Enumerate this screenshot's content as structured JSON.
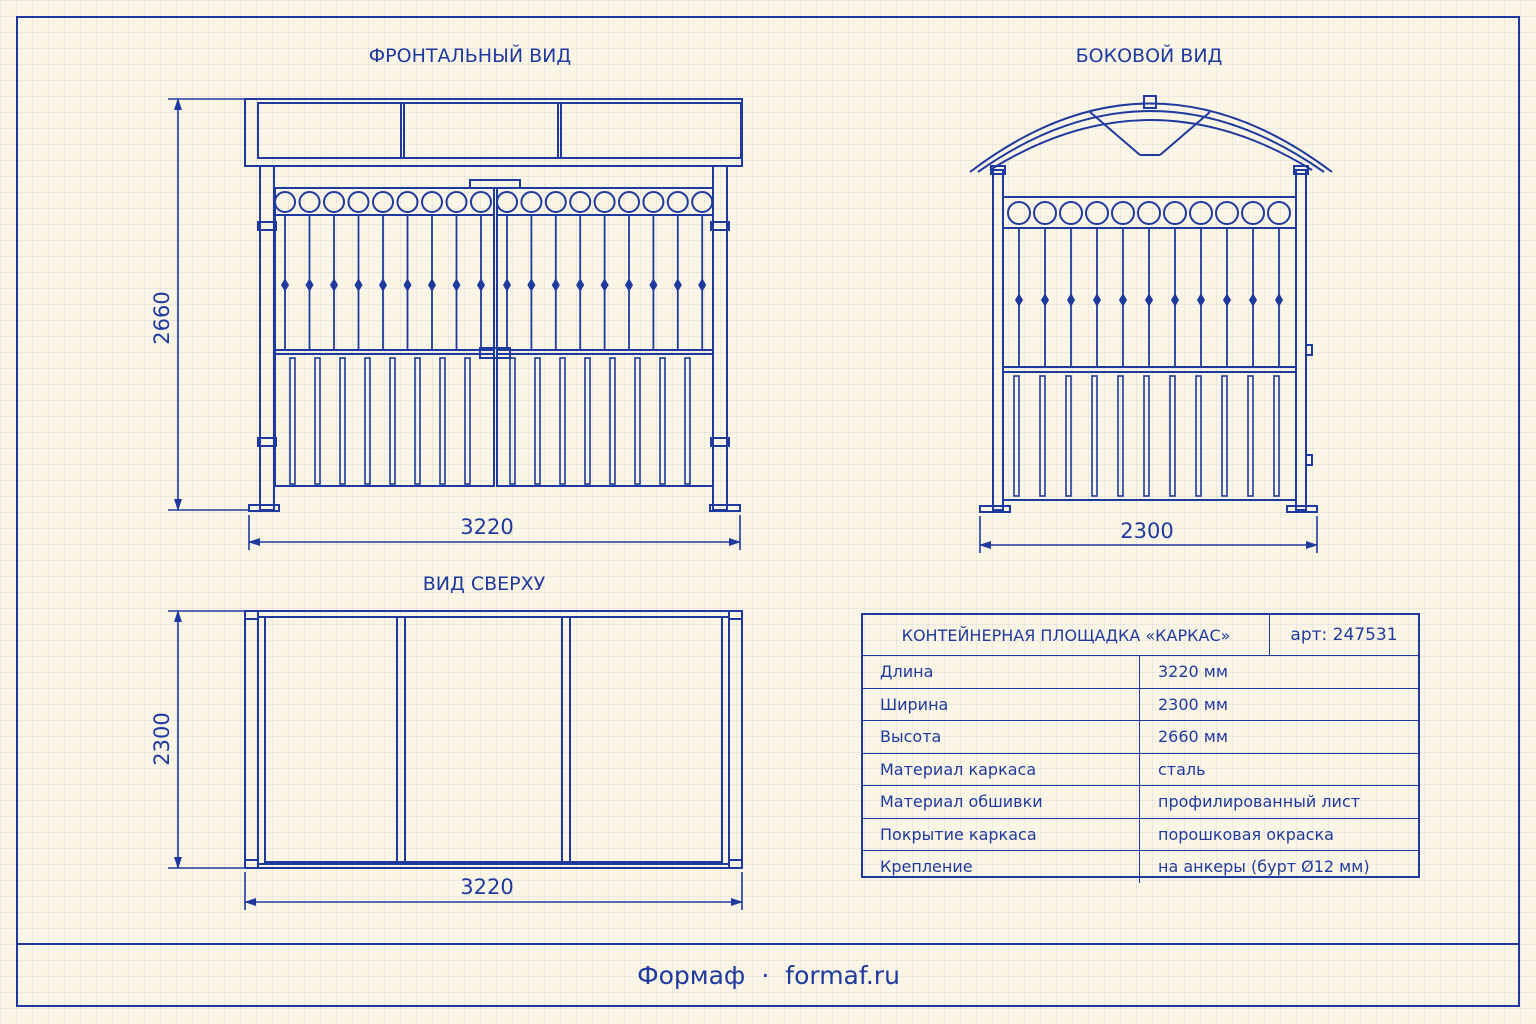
{
  "views": {
    "front_title": "ФРОНТАЛЬНЫЙ ВИД",
    "side_title": "БОКОВОЙ ВИД",
    "top_title": "ВИД СВЕРХУ"
  },
  "dimensions": {
    "front_width": "3220",
    "front_height": "2660",
    "side_width": "2300",
    "top_width": "3220",
    "top_depth": "2300"
  },
  "spec_table": {
    "title": "КОНТЕЙНЕРНАЯ ПЛОЩАДКА «КАРКАС»",
    "article": "арт: 247531",
    "rows": [
      {
        "key": "Длина",
        "value": "3220 мм"
      },
      {
        "key": "Ширина",
        "value": "2300 мм"
      },
      {
        "key": "Высота",
        "value": "2660 мм"
      },
      {
        "key": "Материал каркаса",
        "value": "сталь"
      },
      {
        "key": "Материал обшивки",
        "value": "профилированный лист"
      },
      {
        "key": "Покрытие каркаса",
        "value": "порошковая окраска"
      },
      {
        "key": "Крепление",
        "value": "на анкеры (бурт Ø12 мм)"
      }
    ]
  },
  "footer": {
    "brand": "Формаф",
    "separator": "·",
    "site": "formaf.ru"
  },
  "colors": {
    "ink": "#1f3a9e",
    "paper": "#fbf5e6"
  }
}
